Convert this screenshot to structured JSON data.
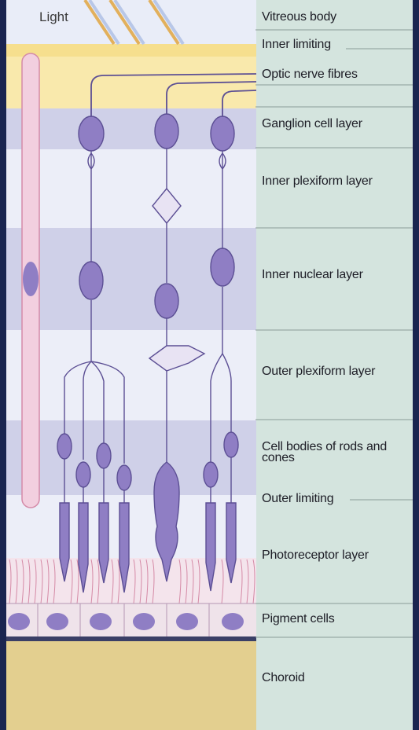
{
  "light_label": "Light",
  "labels": [
    {
      "text": "Vitreous body"
    },
    {
      "text": "Inner limiting"
    },
    {
      "text": "Optic nerve fibres"
    },
    {
      "text": "Ganglion cell layer"
    },
    {
      "text": "Inner plexiform layer"
    },
    {
      "text": "Inner nuclear layer"
    },
    {
      "text": "Outer plexiform layer"
    },
    {
      "text": "Cell bodies of rods and cones"
    },
    {
      "text": "Outer limiting"
    },
    {
      "text": "Photoreceptor layer"
    },
    {
      "text": "Pigment cells"
    },
    {
      "text": "Choroid"
    }
  ],
  "colors": {
    "frame": "#1a2550",
    "label_panel": "#d4e4de",
    "divider": "#8a9d98",
    "yellow": "#f6df8e",
    "band_lavender": "#cfd0e8",
    "band_light": "#eceef8",
    "neuron": "#8f7ec4",
    "neuron_dark": "#5c4f94",
    "muller": "#f2cfdf",
    "muller_edge": "#d48aa8",
    "choroid": "#e3cf8f"
  }
}
